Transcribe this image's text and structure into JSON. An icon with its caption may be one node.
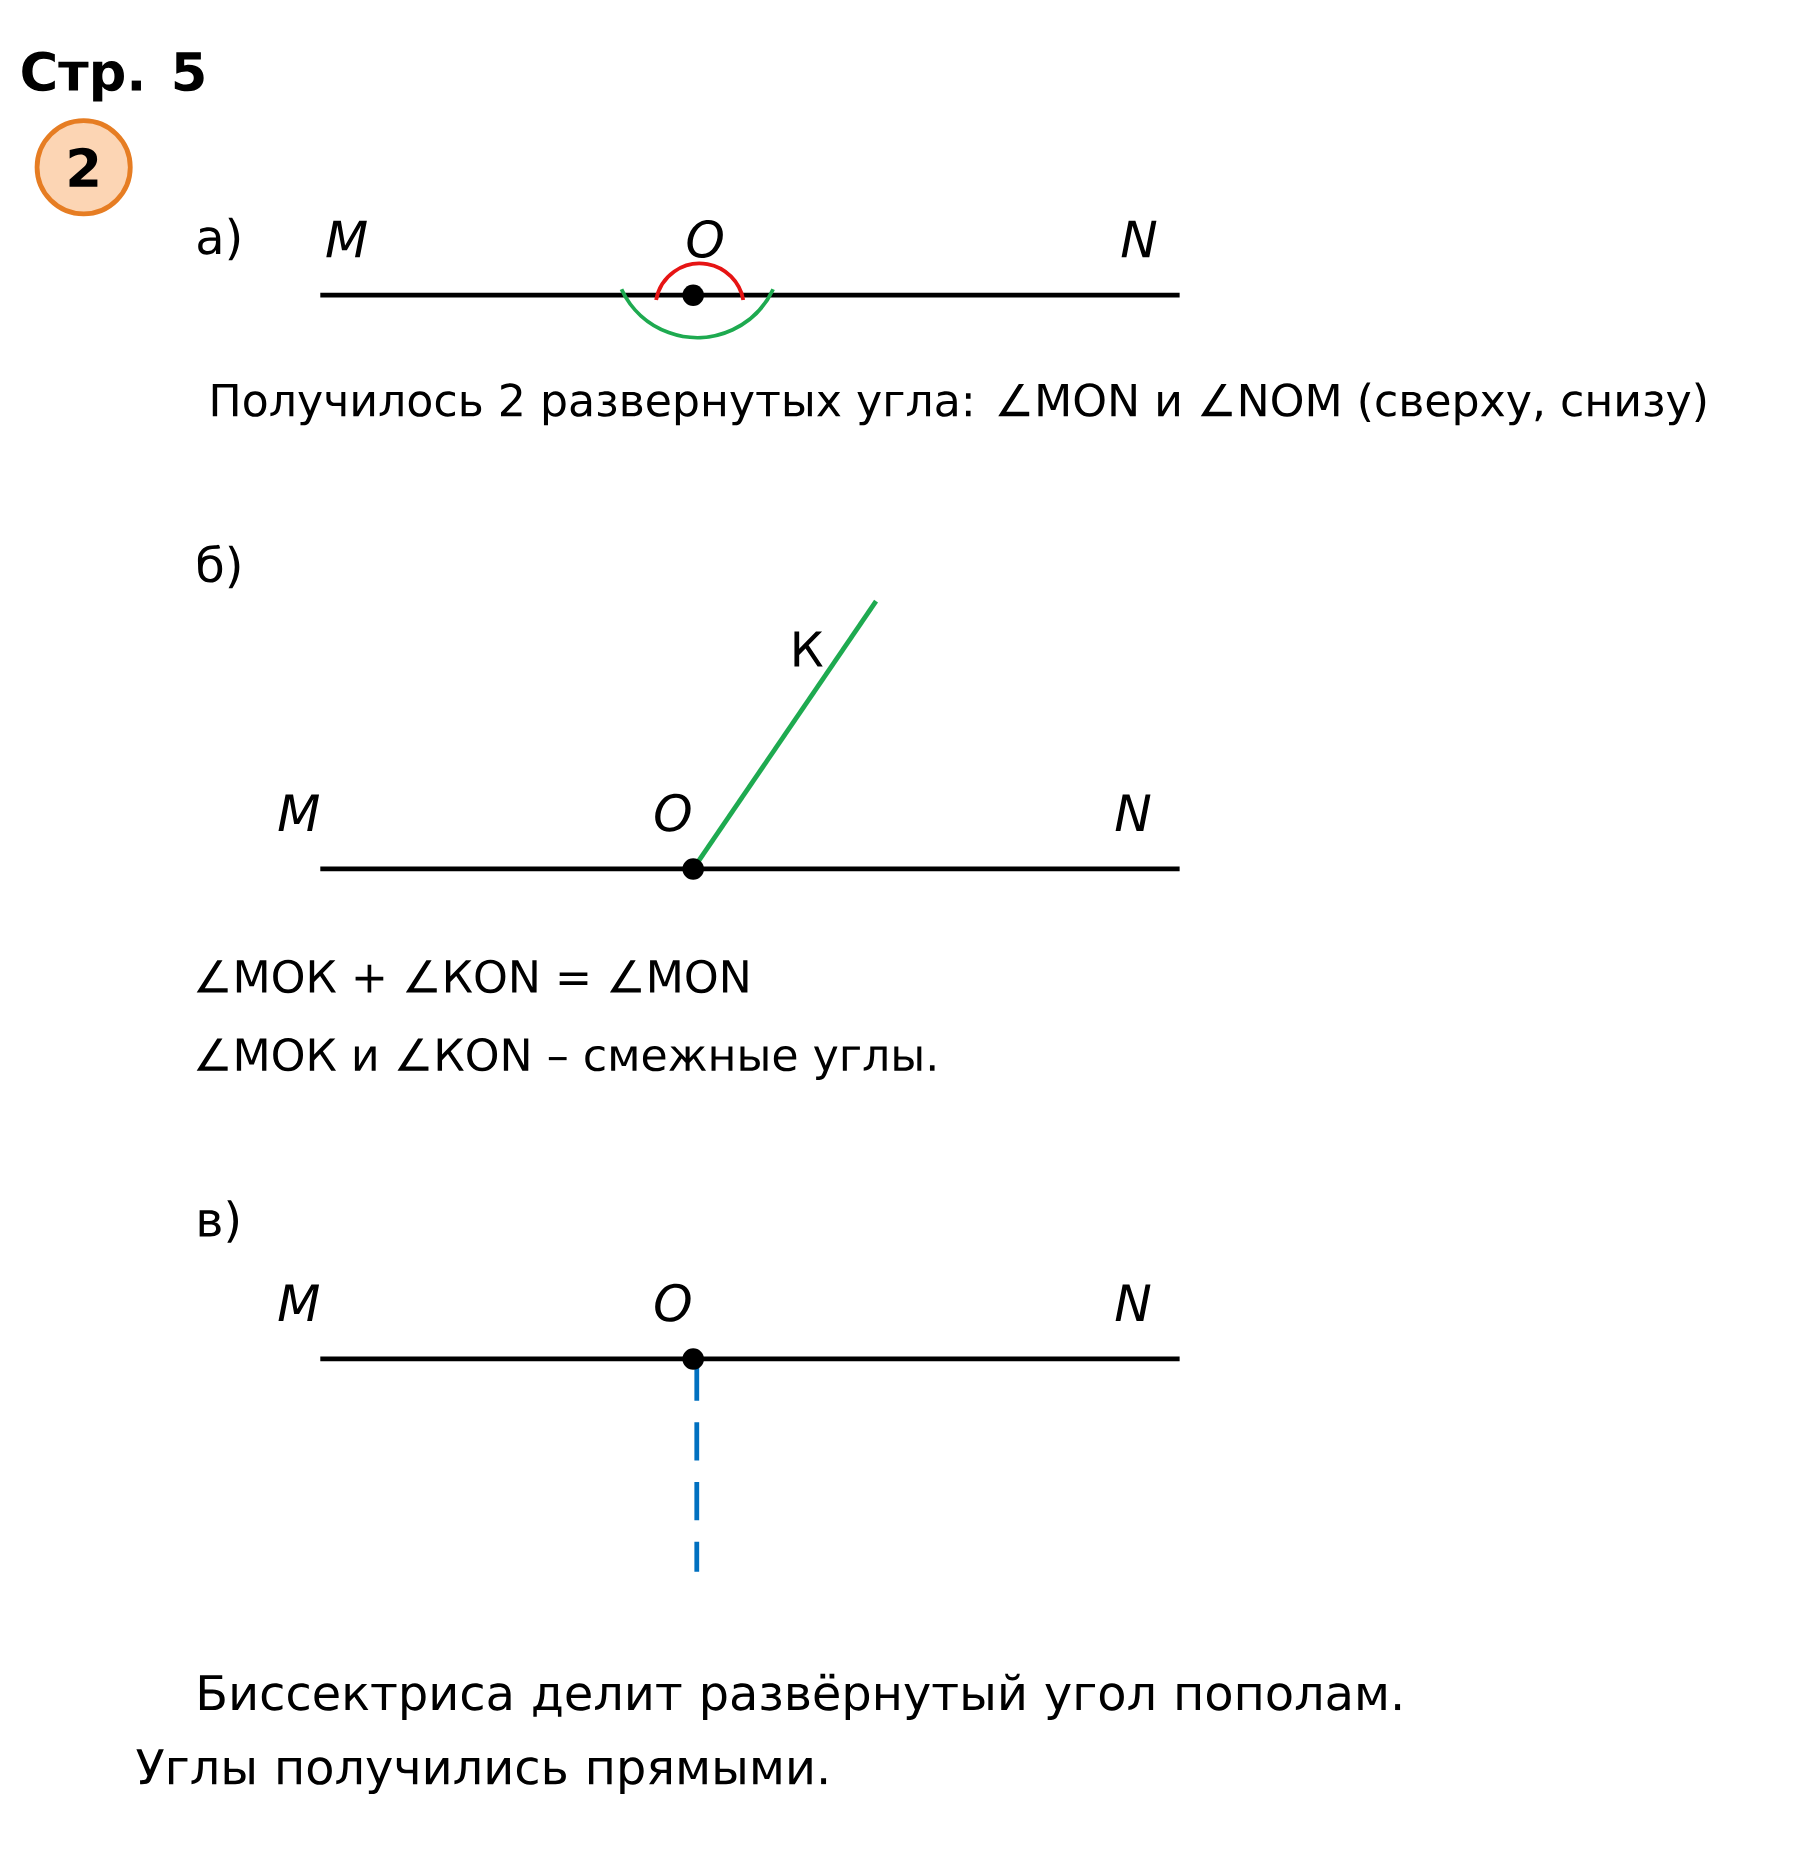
{
  "diagram": {
    "title": "Стр. 5",
    "nodes": [
      {
        "text": [
          "2"
        ]
      }
    ],
    "labels": [
      "а)",
      "M",
      "O",
      "N",
      "Получилось 2 развернутых угла: ∠MON и ∠NOM (сверху, снизу)",
      "б)",
      "К",
      "M",
      "O",
      "N",
      "∠MOК + ∠КON = ∠MON",
      "∠MOК и ∠КON – смежные углы.",
      "в)",
      "M",
      "O",
      "N",
      "Биссектриса делит развёрнутый угол пополам. Углы получились прямыми."
    ]
  }
}
